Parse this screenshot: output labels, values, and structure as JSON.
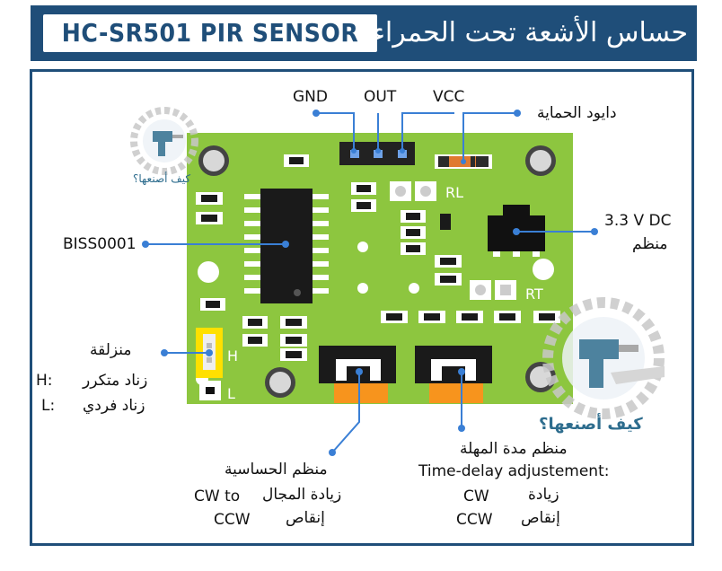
{
  "header": {
    "title_en": "HC-SR501 PIR SENSOR",
    "title_ar": "حساس الأشعة تحت الحمراء"
  },
  "pins": {
    "gnd": "GND",
    "out": "OUT",
    "vcc": "VCC"
  },
  "board_marks": {
    "rl": "RL",
    "rt": "RT",
    "h": "H",
    "l": "L"
  },
  "labels": {
    "diode": "دايود الحماية",
    "regulator_line1": "3.3 V DC",
    "regulator_line2": "منظم",
    "chip": "BISS0001",
    "jumper_title": "منزلقة",
    "h_key": "H:",
    "h_value": "زناد متكرر",
    "l_key": "L:",
    "l_value": "زناد فردي",
    "sens_title": "منظم الحساسية",
    "sens_inc": "زيادة المجال",
    "sens_dec": "إنقاص",
    "cw_to": "CW to",
    "ccw": "CCW",
    "delay_title_ar": "منظم مدة المهلة",
    "delay_title_en": "Time-delay adjustement:",
    "delay_inc": "زيادة",
    "delay_dec": "إنقاص",
    "delay_cw": "CW",
    "delay_ccw": "CCW"
  },
  "watermark": {
    "text": "كيف أصنعها؟"
  },
  "colors": {
    "header_blue": "#1f4e79",
    "board_green": "#8dc63f",
    "pointer_blue": "#3a7fd5",
    "pot_orange": "#f7941d",
    "jumper_yellow": "#ffe000"
  }
}
